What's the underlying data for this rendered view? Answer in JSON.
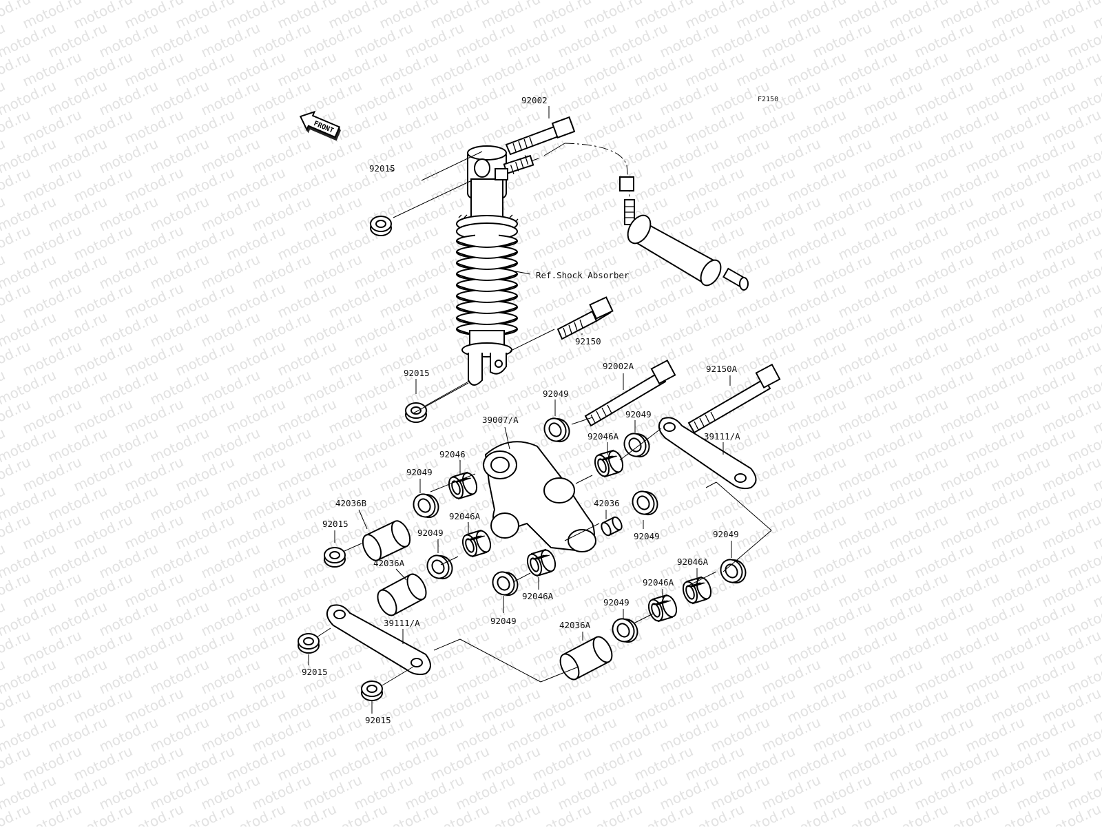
{
  "diagram": {
    "code": "F2150",
    "front_label": "FRONT",
    "ref_label": "Ref.Shock Absorber",
    "watermark": "motod.ru",
    "ink_color": "#000000",
    "watermark_color": "#e2e2e2"
  },
  "parts": {
    "p92002": "92002",
    "p92015_a": "92015",
    "p92150": "92150",
    "p92015_b": "92015",
    "p92002A": "92002A",
    "p92150A": "92150A",
    "p92049_a": "92049",
    "p39007": "39007/A",
    "p92049_b": "92049",
    "p92046A_a": "92046A",
    "p39111_r": "39111/A",
    "p92046": "92046",
    "p92049_c": "92049",
    "p42036B": "42036B",
    "p42036": "42036",
    "p92049_d": "92049",
    "p92015_c": "92015",
    "p92046A_b": "92046A",
    "p92049_e": "92049",
    "p92049_f": "92049",
    "p42036A_a": "42036A",
    "p92046A_c": "92046A",
    "p92046A_d": "92046A",
    "p92049_g": "92049",
    "p92049_h": "92049",
    "p92046A_e": "92046A",
    "p39111_l": "39111/A",
    "p42036A_b": "42036A",
    "p92015_d": "92015",
    "p92015_e": "92015"
  }
}
